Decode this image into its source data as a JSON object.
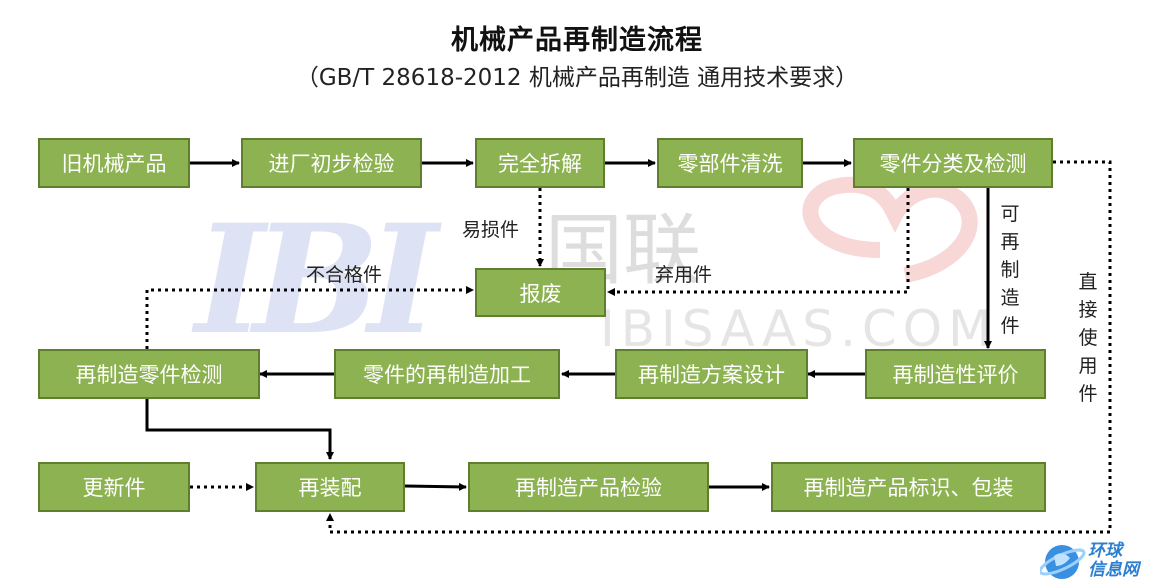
{
  "title": "机械产品再制造流程",
  "subtitle": "（GB/T 28618-2012 机械产品再制造 通用技术要求）",
  "watermark": {
    "letters": "IBI",
    "brand": "国联",
    "url": "IBISAAS.COM"
  },
  "corner_logo": {
    "line1": "环球",
    "line2": "信息网"
  },
  "colors": {
    "box_fill": "#8db251",
    "box_border": "#5f7f2e",
    "box_text": "#ffffff",
    "arrow": "#000000"
  },
  "nodes": {
    "old_product": "旧机械产品",
    "inbound_inspection": "进厂初步检验",
    "disassembly": "完全拆解",
    "cleaning": "零部件清洗",
    "classify_inspect": "零件分类及检测",
    "scrap": "报废",
    "reman_evaluation": "再制造性评价",
    "reman_plan": "再制造方案设计",
    "parts_processing": "零件的再制造加工",
    "reman_parts_inspection": "再制造零件检测",
    "new_parts": "更新件",
    "reassembly": "再装配",
    "product_inspection": "再制造产品检验",
    "marking_packaging": "再制造产品标识、包装"
  },
  "edge_labels": {
    "wear_parts": "易损件",
    "discarded_parts": "弃用件",
    "unqualified": "不合格件",
    "remanufacturable": "可再制造件",
    "direct_use": "直接使用件"
  }
}
